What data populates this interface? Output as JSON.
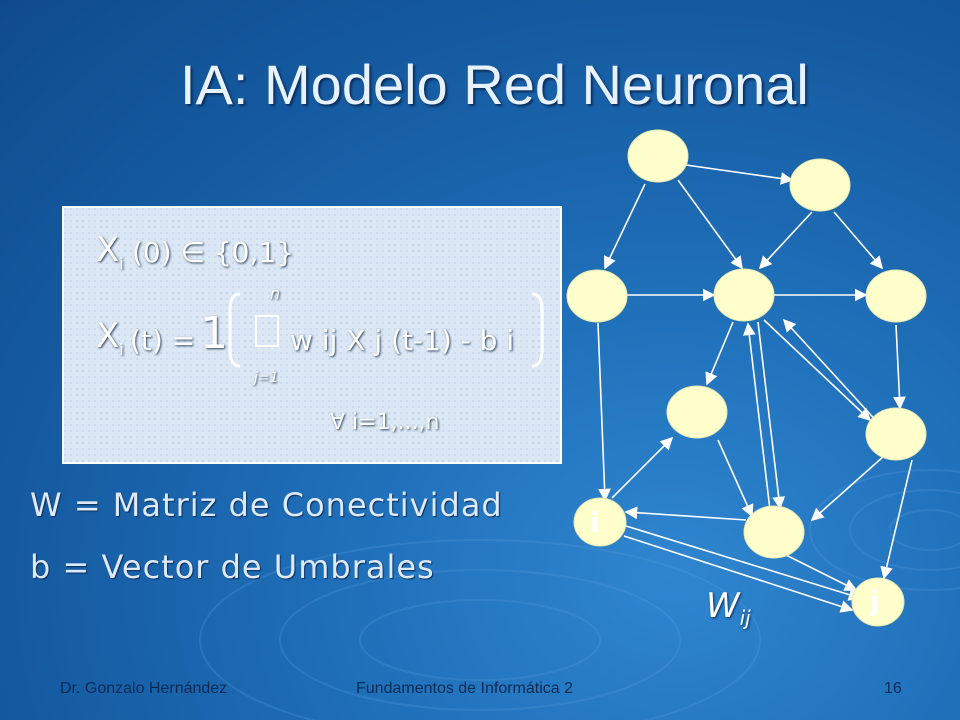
{
  "slide": {
    "title": "IA: Modelo Red Neuronal",
    "formula": {
      "line1_var": "X",
      "line1_sub": "i",
      "line1_rest": "(0)  ∈  {0,1}",
      "line2_var": "X",
      "line2_sub": "i",
      "line2_mid": "(t) =",
      "line2_one": "1",
      "sum_symbol": "",
      "sum_upper": "n",
      "sum_lower": "j=1",
      "line2_terms": "w ij X j (t-1)  -  b i",
      "forall": "∀ i=1,...,n"
    },
    "definitions": [
      "W = Matriz de Conectividad",
      "b = Vector de Umbrales"
    ],
    "network": {
      "node_i_label": "i",
      "node_j_label": "j",
      "edge_label": "W",
      "edge_label_sub": "ij",
      "node_color": "#ffffcc"
    },
    "footer": {
      "author": "Dr. Gonzalo Hernández",
      "course": "Fundamentos de Informática 2",
      "page": "16"
    }
  }
}
